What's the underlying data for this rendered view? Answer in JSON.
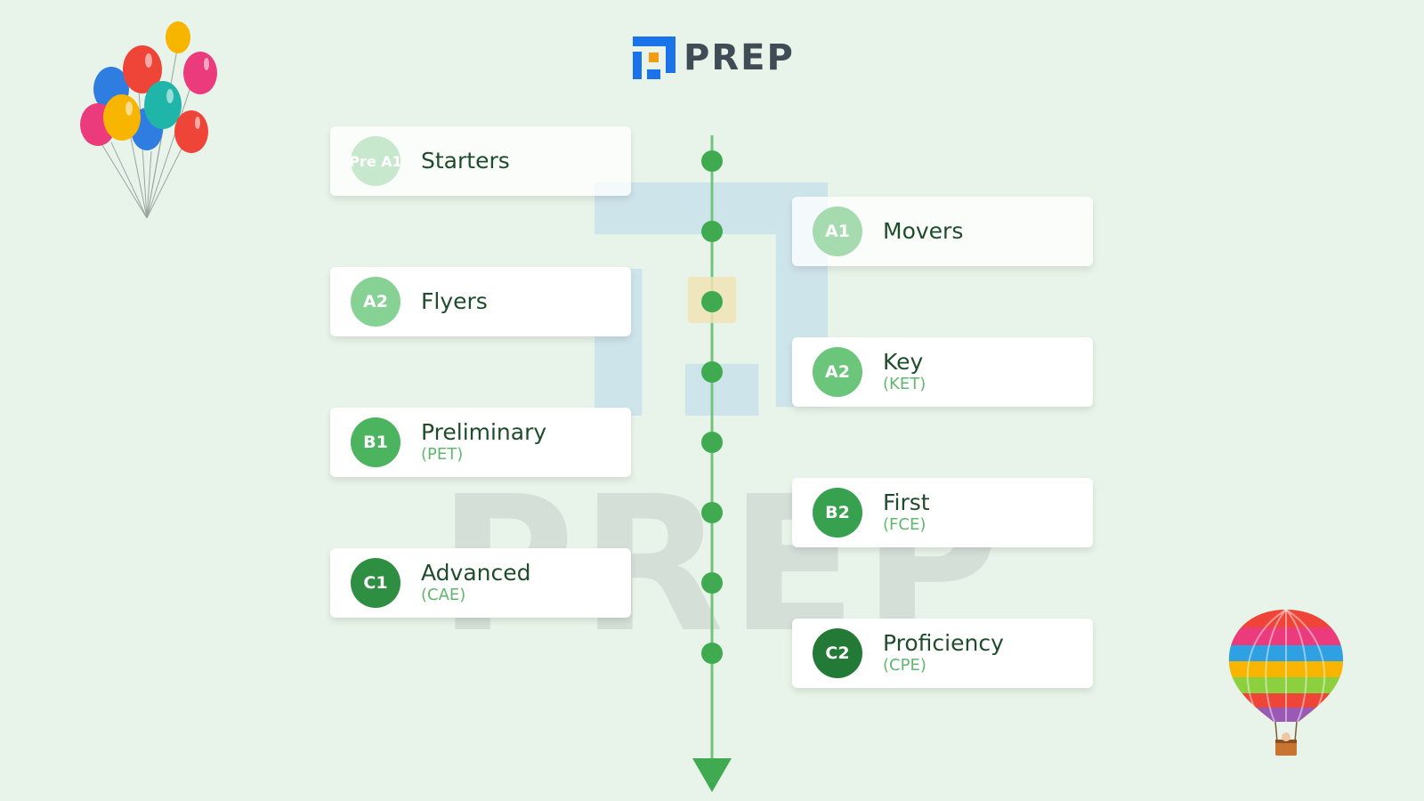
{
  "brand": {
    "name": "PREP",
    "watermark": "PREP",
    "colors": {
      "blue": "#1a73e8",
      "orange": "#f39c12",
      "text": "#3f4b55"
    }
  },
  "timeline": {
    "line_color": "#72c47c",
    "dot_color": "#3faa4f",
    "arrow_color": "#3faa4f",
    "highlight_color": "#f0e3b5"
  },
  "levels": [
    {
      "badge": "Pre A1",
      "name": "Starters",
      "code": "",
      "side": "left",
      "badge_color": "#c8e8cd",
      "faded": true
    },
    {
      "badge": "A1",
      "name": "Movers",
      "code": "",
      "side": "right",
      "badge_color": "#a6dbb0",
      "faded": true
    },
    {
      "badge": "A2",
      "name": "Flyers",
      "code": "",
      "side": "left",
      "badge_color": "#86d294",
      "faded": false
    },
    {
      "badge": "A2",
      "name": "Key",
      "code": "(KET)",
      "side": "right",
      "badge_color": "#6bc57a",
      "faded": false
    },
    {
      "badge": "B1",
      "name": "Preliminary",
      "code": "(PET)",
      "side": "left",
      "badge_color": "#4cb45f",
      "faded": false
    },
    {
      "badge": "B2",
      "name": "First",
      "code": "(FCE)",
      "side": "right",
      "badge_color": "#38a150",
      "faded": false
    },
    {
      "badge": "C1",
      "name": "Advanced",
      "code": "(CAE)",
      "side": "left",
      "badge_color": "#2e8f43",
      "faded": false
    },
    {
      "badge": "C2",
      "name": "Proficiency",
      "code": "(CPE)",
      "side": "right",
      "badge_color": "#237a36",
      "faded": false
    }
  ]
}
